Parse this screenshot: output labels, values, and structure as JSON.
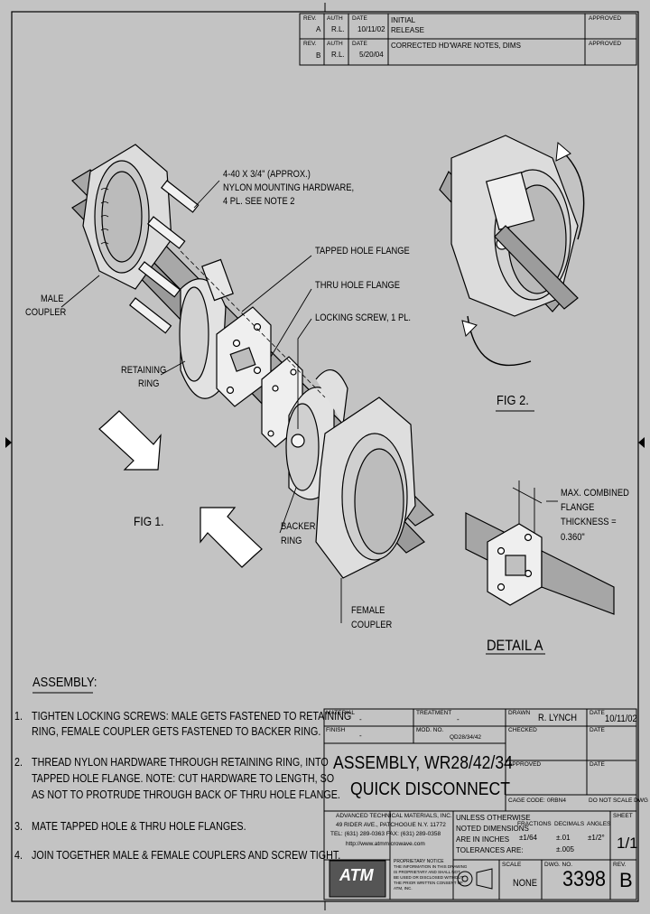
{
  "revisions": [
    {
      "rev_label": "REV.",
      "rev": "A",
      "auth_label": "AUTH",
      "auth": "R.L.",
      "date_label": "DATE",
      "date": "10/11/02",
      "desc": [
        "INITIAL",
        "RELEASE"
      ],
      "approved_label": "APPROVED"
    },
    {
      "rev_label": "REV.",
      "rev": "B",
      "auth_label": "AUTH",
      "auth": "R.L.",
      "date_label": "DATE",
      "date": "5/20/04",
      "desc": [
        "CORRECTED HD'WARE NOTES, DIMS"
      ],
      "approved_label": "APPROVED"
    }
  ],
  "callouts": {
    "hardware": [
      "4-40 X 3/4\" (APPROX.)",
      "NYLON MOUNTING HARDWARE,",
      "4 PL. SEE NOTE 2"
    ],
    "tapped_flange": "TAPPED HOLE FLANGE",
    "thru_flange": "THRU HOLE FLANGE",
    "locking_screw": "LOCKING SCREW, 1 PL.",
    "male_coupler": [
      "MALE",
      "COUPLER"
    ],
    "retaining_ring": [
      "RETAINING",
      "RING"
    ],
    "backer_ring": [
      "BACKER",
      "RING"
    ],
    "female_coupler": [
      "FEMALE",
      "COUPLER"
    ],
    "fig1": "FIG 1.",
    "fig2": "FIG 2.",
    "detail_a": "DETAIL A",
    "max_flange": [
      "MAX. COMBINED",
      "FLANGE",
      "THICKNESS =",
      "0.360\""
    ]
  },
  "assembly": {
    "heading": "ASSEMBLY:",
    "steps": [
      {
        "num": "1.",
        "lines": [
          "TIGHTEN LOCKING SCREWS: MALE GETS FASTENED TO RETAINING",
          "RING, FEMALE COUPLER GETS FASTENED TO BACKER RING."
        ]
      },
      {
        "num": "2.",
        "lines": [
          "THREAD NYLON HARDWARE THROUGH RETAINING RING, INTO",
          "TAPPED HOLE FLANGE. NOTE: CUT HARDWARE TO LENGTH, SO",
          "AS NOT TO PROTRUDE THROUGH BACK OF THRU HOLE FLANGE."
        ]
      },
      {
        "num": "3.",
        "lines": [
          "MATE TAPPED HOLE & THRU HOLE FLANGES."
        ]
      },
      {
        "num": "4.",
        "lines": [
          "JOIN TOGETHER MALE & FEMALE COUPLERS AND SCREW TIGHT."
        ]
      }
    ]
  },
  "title_block": {
    "material_label": "MATERIAL",
    "material": "-",
    "treatment_label": "TREATMENT",
    "treatment": "-",
    "finish_label": "FINISH",
    "finish": "-",
    "mod_label": "MOD. NO.",
    "mod": "QD28/34/42",
    "title": [
      "ASSEMBLY, WR28/42/34",
      "QUICK DISCONNECT"
    ],
    "drawn_label": "DRAWN",
    "drawn": "R. LYNCH",
    "date_label": "DATE",
    "date": "10/11/02",
    "checked_label": "CHECKED",
    "checked_date_label": "DATE",
    "approved_label": "APPROVED",
    "approved_date_label": "DATE",
    "cage_label": "CAGE CODE:",
    "cage": "0RBN4",
    "no_scale": "DO NOT SCALE DWG",
    "company": [
      "ADVANCED TECHNICAL MATERIALS, INC.",
      "49 RIDER AVE., PATCHOGUE N.Y. 11772",
      "TEL: (631) 289-0363  FAX: (631) 289-0358",
      "http://www.atmmicrowave.com"
    ],
    "proprietary": [
      "PROPRIETARY NOTICE",
      "THE INFORMATION IN THIS DRAWING",
      "IS PROPRIETARY AND SHALL NOT",
      "BE USED OR DISCLOSED WITHOUT",
      "THE PRIOR WRITTEN CONSENT OF",
      "ATM, INC."
    ],
    "logo": "ATM",
    "tolerance_note": [
      "UNLESS OTHERWISE",
      "NOTED DIMENSIONS",
      "ARE IN INCHES",
      "TOLERANCES ARE:"
    ],
    "fractions_label": "FRACTIONS",
    "fractions": "±1/64",
    "decimals_label": "DECIMALS",
    "decimals": [
      "±.01",
      "±.005"
    ],
    "angles_label": "ANGLES",
    "angles": "±1/2°",
    "sheet_label": "SHEET",
    "sheet": "1/1",
    "scale_label": "SCALE",
    "scale": "NONE",
    "dwg_label": "DWG. NO.",
    "dwg": "3398",
    "rev_label": "REV.",
    "rev": "B"
  },
  "colors": {
    "background": "#c3c3c3",
    "ink": "#000000",
    "part_fill": "#e8e8e8",
    "shade": "#8a8a8a",
    "logo_bg": "#555555"
  }
}
